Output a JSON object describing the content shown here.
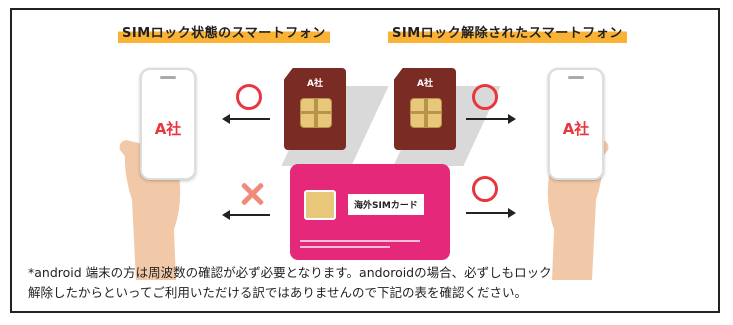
{
  "headers": {
    "locked": "SIMロック状態のスマートフォン",
    "unlocked": "SIMロック解除されたスマートフォン"
  },
  "phones": {
    "left_label": "A社",
    "right_label": "A社"
  },
  "sim_cards": {
    "left_label": "A社",
    "right_label": "A社"
  },
  "overseas_card": {
    "label": "海外SIMカード"
  },
  "status": {
    "top_left": "ok",
    "top_right": "ok",
    "bottom_left": "ng",
    "bottom_right": "ok"
  },
  "colors": {
    "accent_red": "#e8363f",
    "header_highlight": "#f9b233",
    "sim_brown": "#7a2b23",
    "overseas_pink": "#e6287a",
    "cross_salmon": "#f08a7a"
  },
  "note": {
    "line1": "*android 端末の方は周波数の確認が必ず必要となります。andoroidの場合、必ずしもロック",
    "line2": "解除したからといってご利用いただける訳ではありませんので下記の表を確認ください。"
  }
}
